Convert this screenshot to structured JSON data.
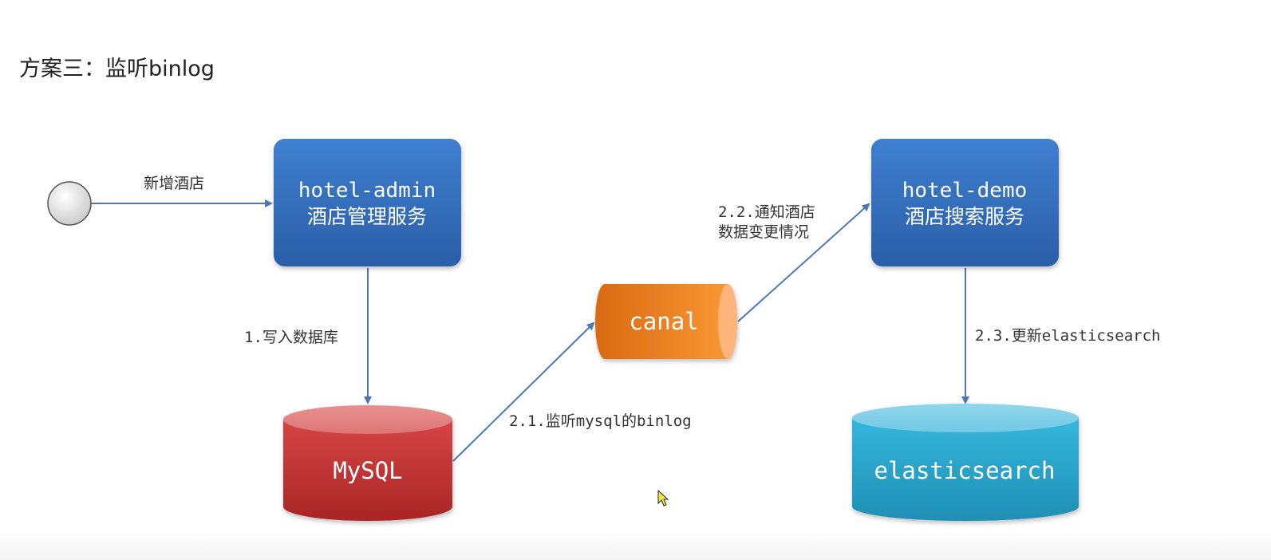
{
  "title": "方案三：监听binlog",
  "nodes": {
    "start": {
      "shape": "circle"
    },
    "hotel_admin": {
      "line1": "hotel-admin",
      "line2": "酒店管理服务",
      "color": "#2f6fbf"
    },
    "mysql": {
      "label": "MySQL",
      "color": "#c62f2f"
    },
    "canal": {
      "label": "canal",
      "color": "#f2801e"
    },
    "hotel_demo": {
      "line1": "hotel-demo",
      "line2": "酒店搜索服务",
      "color": "#2f6fbf"
    },
    "elasticsearch": {
      "label": "elasticsearch",
      "color": "#23a8cc"
    }
  },
  "edges": {
    "add_hotel": "新增酒店",
    "write_db": "1.写入数据库",
    "listen_binlog": "2.1.监听mysql的binlog",
    "notify_line1": "2.2.通知酒店",
    "notify_line2": "数据变更情况",
    "update_es": "2.3.更新elasticsearch"
  },
  "colors": {
    "arrow": "#4a78b8",
    "start_fill": "#e0e0e0",
    "text": "#333333"
  }
}
